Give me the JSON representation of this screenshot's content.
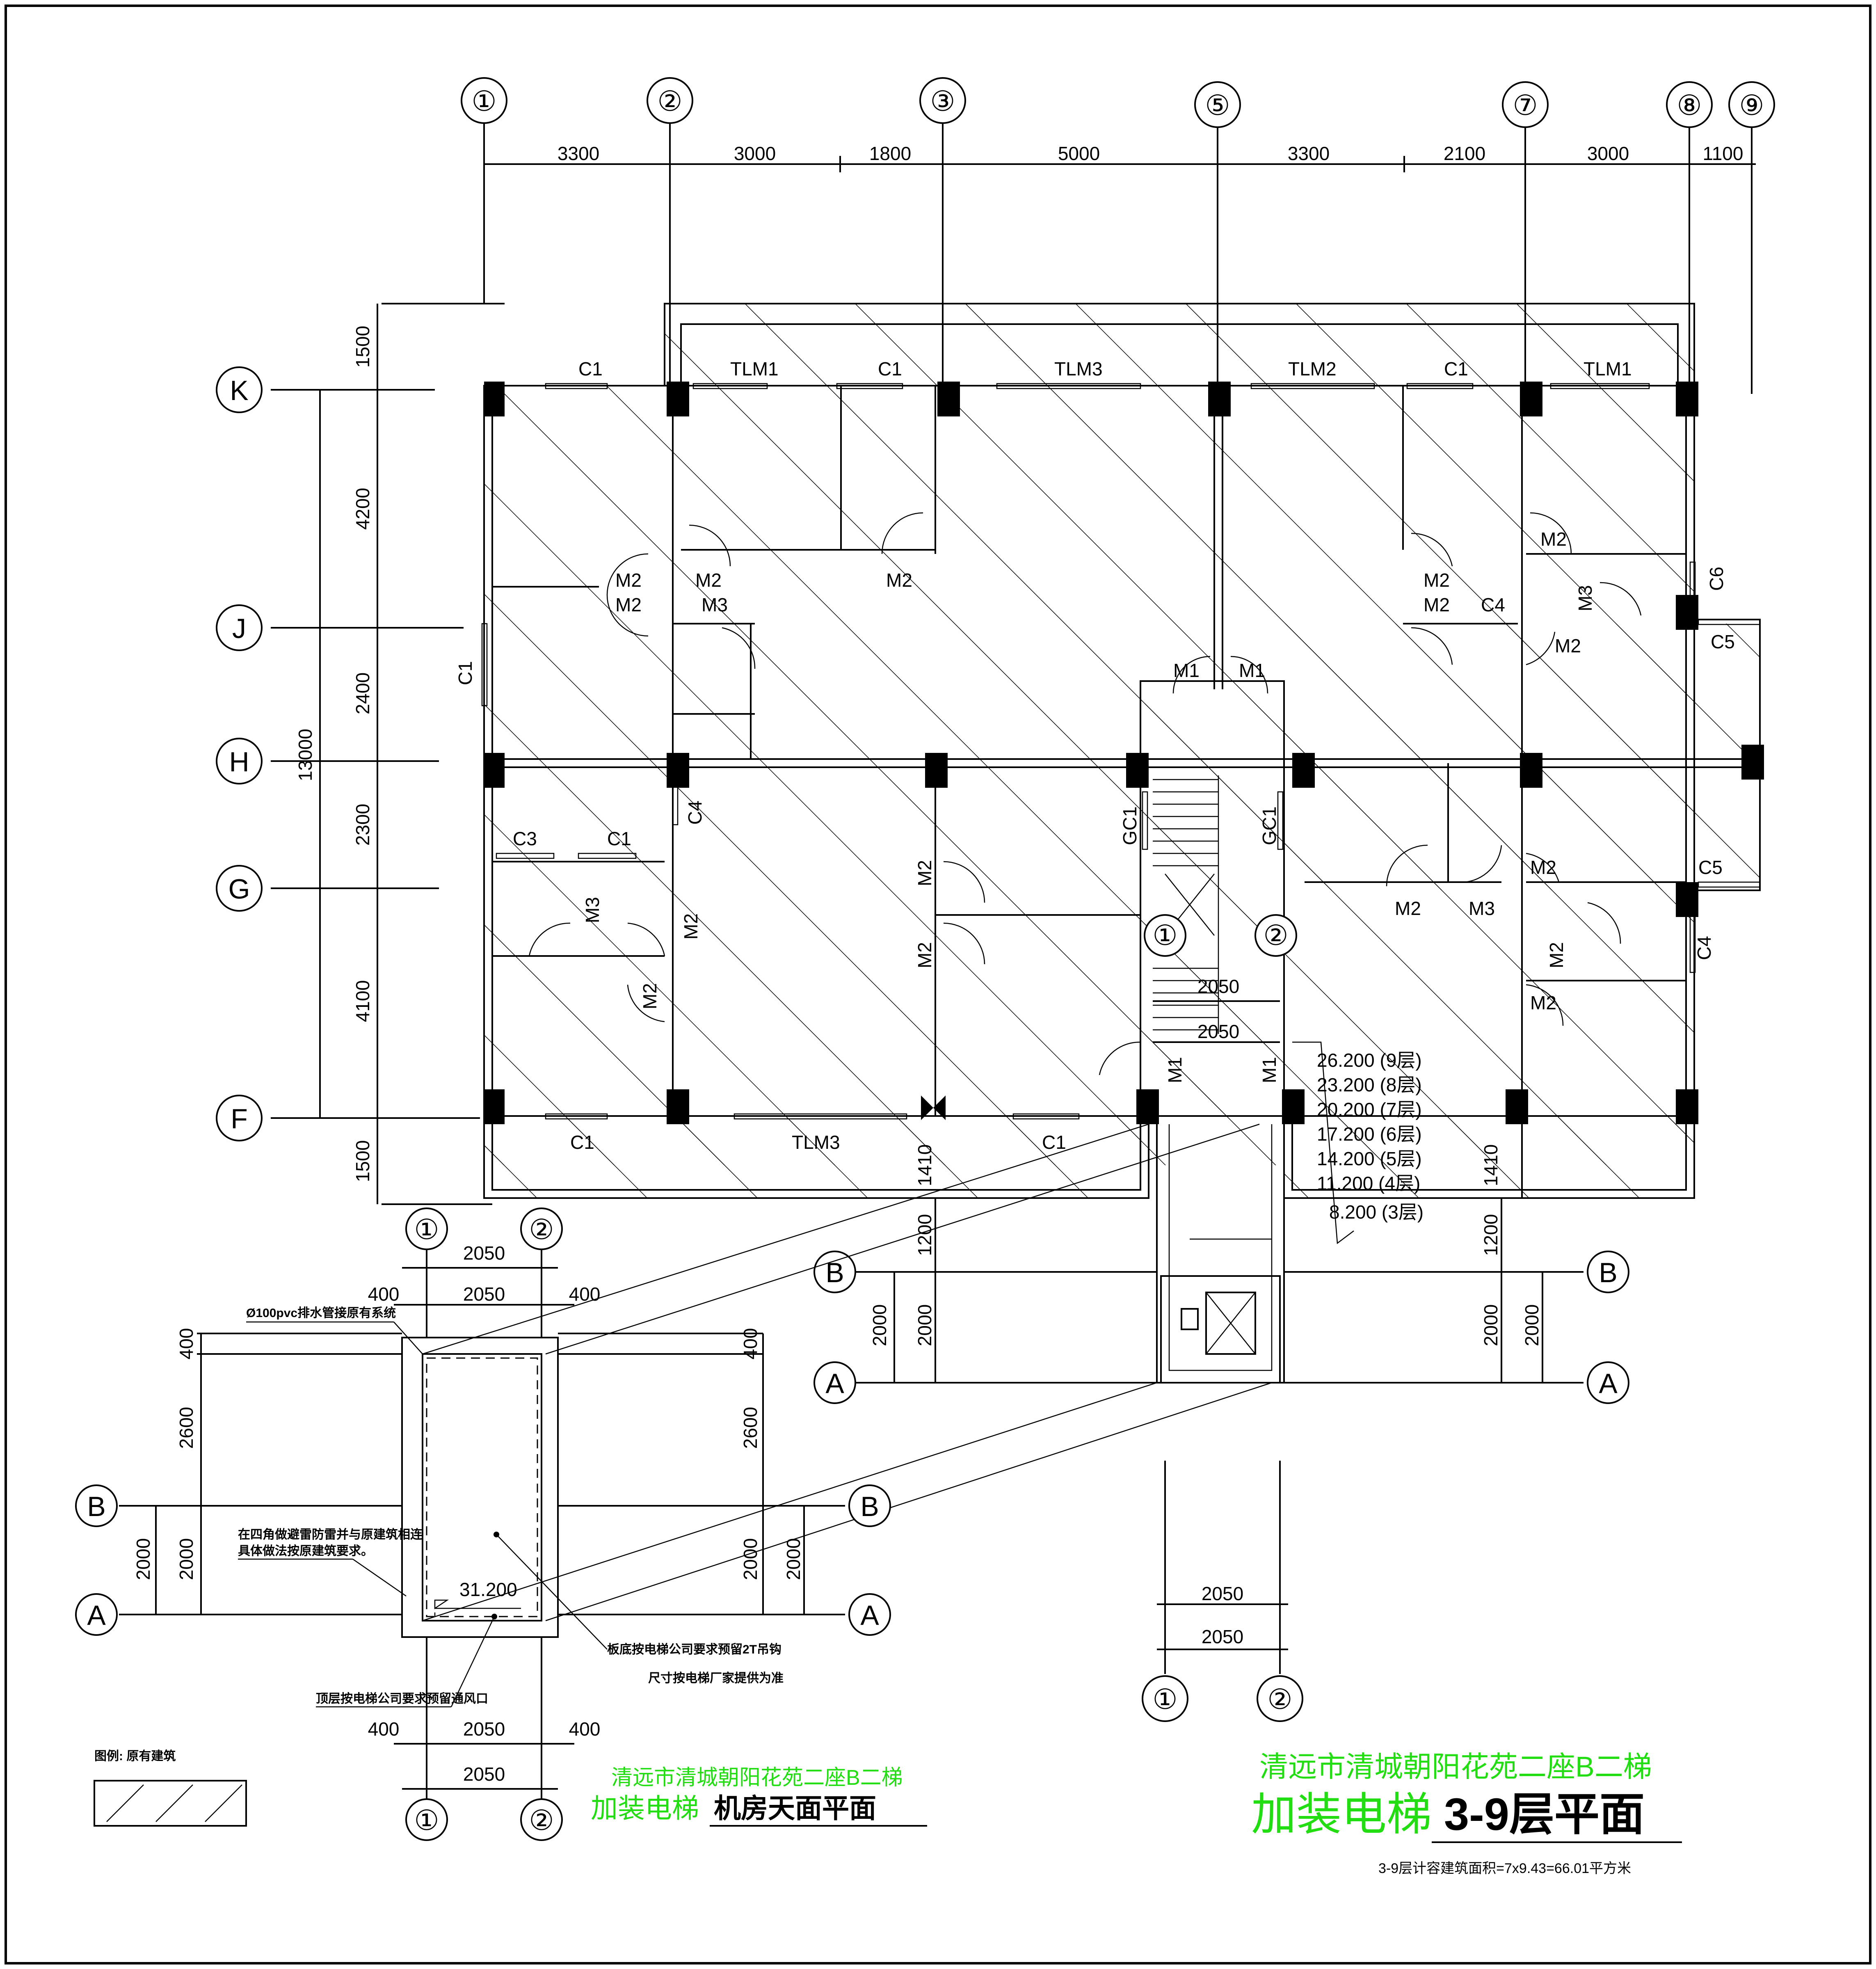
{
  "axes_top": [
    "①",
    "②",
    "③",
    "⑤",
    "⑦",
    "⑧",
    "⑨"
  ],
  "axes_left": [
    "K",
    "J",
    "H",
    "G",
    "F"
  ],
  "axes_ab": [
    "A",
    "B"
  ],
  "axes_12": [
    "①",
    "②"
  ],
  "dims_top": [
    "3300",
    "3000",
    "1800",
    "5000",
    "3300",
    "2100",
    "3000",
    "1100"
  ],
  "dims_left": [
    "1500",
    "4200",
    "2400",
    "2300",
    "4100",
    "1500"
  ],
  "dim_total": "13000",
  "dims_shaft": {
    "d2050": "2050",
    "d400": "400",
    "d2000": "2000",
    "d2600": "2600",
    "d1200": "1200",
    "d1410": "1410"
  },
  "labels": {
    "C1": "C1",
    "C3": "C3",
    "C4": "C4",
    "C5": "C5",
    "C6": "C6",
    "TLM1": "TLM1",
    "TLM2": "TLM2",
    "TLM3": "TLM3",
    "M1": "M1",
    "M2": "M2",
    "M3": "M3",
    "GC1": "GC1"
  },
  "levels": [
    "26.200 (9层)",
    "23.200 (8层)",
    "20.200 (7层)",
    "17.200 (6层)",
    "14.200 (5层)",
    "11.200 (4层)",
    "8.200 (3层)"
  ],
  "roof_level": "31.200",
  "notes": {
    "drain": "Ø100pvc排水管接原有系统",
    "lightning": [
      "在四角做避雷防雷并与原建筑相连",
      "具体做法按原建筑要求。"
    ],
    "hook": [
      "板底按电梯公司要求预留2T吊钩",
      "尺寸按电梯厂家提供为准"
    ],
    "vent": "顶层按电梯公司要求预留通风口"
  },
  "legend": {
    "label": "图例: 原有建筑"
  },
  "title_left": {
    "project": "清远市清城朝阳花苑二座B二梯",
    "green_part": "加装电梯",
    "black_part": "机房天面平面"
  },
  "title_right": {
    "project": "清远市清城朝阳花苑二座B二梯",
    "green_part": "加装电梯",
    "black_part": "3-9层平面"
  },
  "area_note": "3-9层计容建筑面积=7x9.43=66.01平方米"
}
